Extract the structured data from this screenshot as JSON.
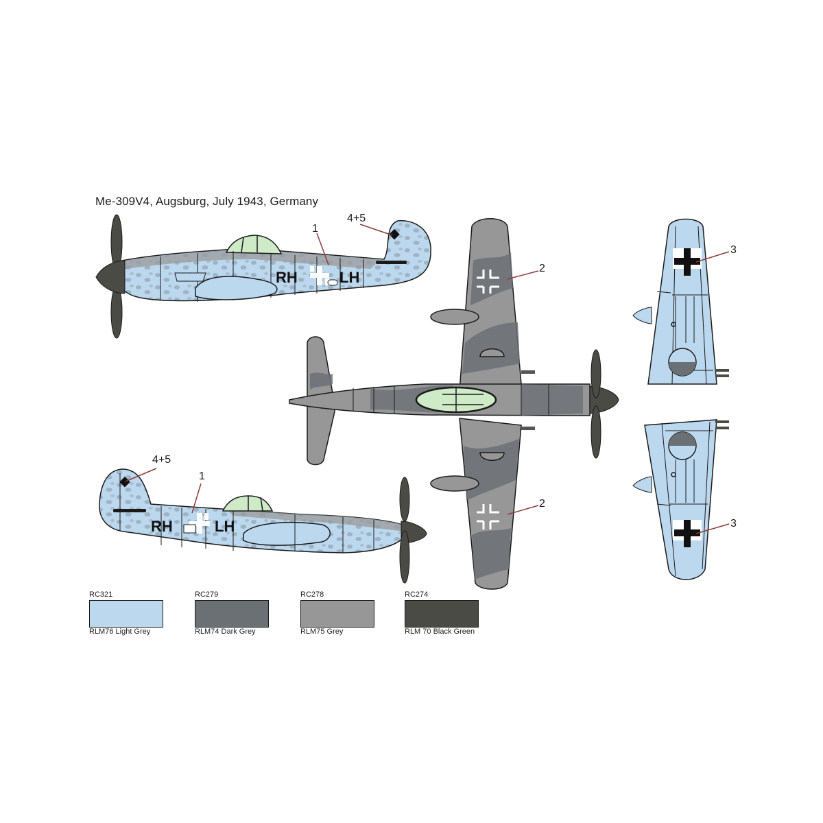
{
  "title": "Me-309V4, Augsburg, July 1943, Germany",
  "callouts": {
    "fuselage_cross": "1",
    "wing_cross_top": "2",
    "wing_cross_bottom": "2",
    "underwing_cross_top": "3",
    "underwing_cross_bottom": "3",
    "tail_stencil_left": "4+5",
    "tail_stencil_right": "4+5"
  },
  "markings": {
    "left_profile_codes": [
      "RH",
      "LH"
    ],
    "right_profile_codes": [
      "RH",
      "LH"
    ]
  },
  "views": [
    {
      "name": "left-side-profile"
    },
    {
      "name": "top-view"
    },
    {
      "name": "right-side-profile"
    },
    {
      "name": "underside-wing-right"
    },
    {
      "name": "underside-wing-left"
    }
  ],
  "colors": {
    "light_grey": "#bcd8ee",
    "dark_grey": "#6b7075",
    "grey": "#979797",
    "black_green": "#4b4b45",
    "canopy": "#cfeac7",
    "outline": "#1a1a1a",
    "callout_line": "#8c3a3a"
  },
  "swatches": [
    {
      "code": "RC321",
      "name": "RLM76 Light Grey",
      "color": "#bcd8ee"
    },
    {
      "code": "RC279",
      "name": "RLM74 Dark Grey",
      "color": "#6b7075"
    },
    {
      "code": "RC278",
      "name": "RLM75 Grey",
      "color": "#979797"
    },
    {
      "code": "RC274",
      "name": "RLM 70 Black Green",
      "color": "#4b4b45"
    }
  ]
}
